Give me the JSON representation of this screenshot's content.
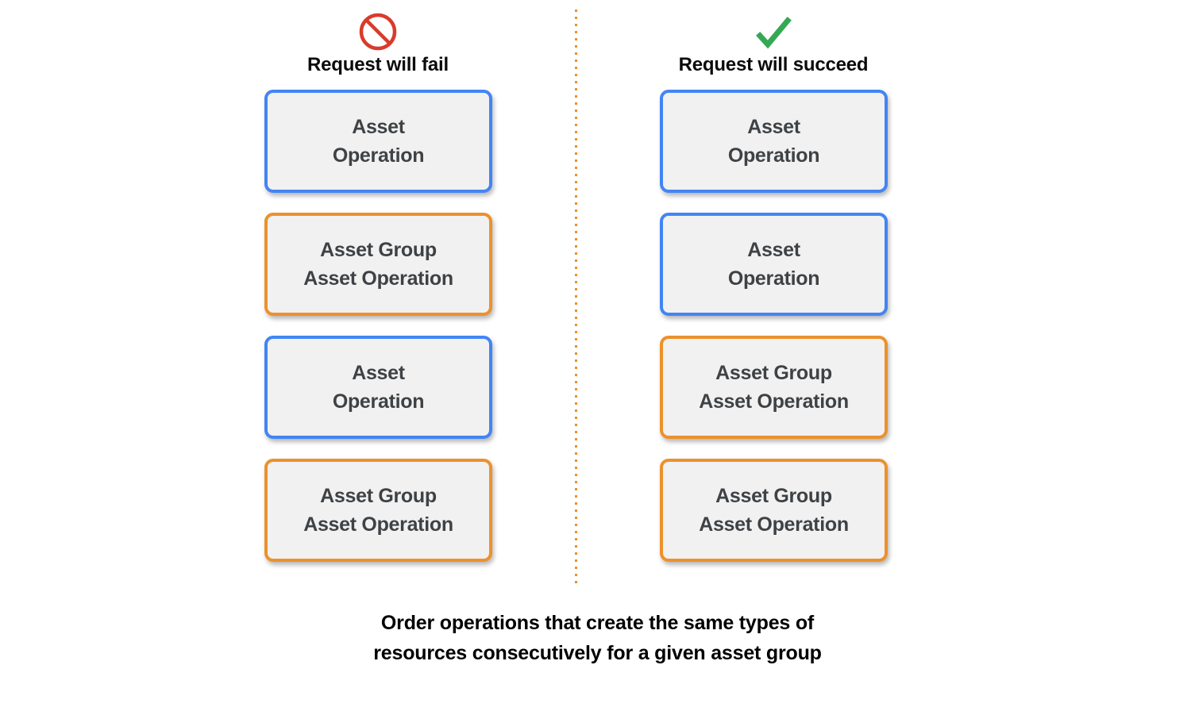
{
  "colors": {
    "blue_border": "#4285f4",
    "orange_border": "#ec912d",
    "card_fill": "#f1f1f1",
    "card_text": "#3f4245",
    "fail_icon": "#d93b2b",
    "succeed_icon": "#34a853",
    "divider": "#e8912c",
    "background": "#ffffff"
  },
  "columns": [
    {
      "id": "fail",
      "icon_name": "prohibition-icon",
      "header_label": "Request will fail",
      "cards": [
        {
          "label": "Asset\nOperation",
          "kind": "blue"
        },
        {
          "label": "Asset Group\nAsset Operation",
          "kind": "orange"
        },
        {
          "label": "Asset\nOperation",
          "kind": "blue"
        },
        {
          "label": "Asset Group\nAsset Operation",
          "kind": "orange"
        }
      ]
    },
    {
      "id": "succeed",
      "icon_name": "checkmark-icon",
      "header_label": "Request will succeed",
      "cards": [
        {
          "label": "Asset\nOperation",
          "kind": "blue"
        },
        {
          "label": "Asset\nOperation",
          "kind": "blue"
        },
        {
          "label": "Asset Group\nAsset Operation",
          "kind": "orange"
        },
        {
          "label": "Asset Group\nAsset Operation",
          "kind": "orange"
        }
      ]
    }
  ],
  "caption": "Order operations that create the same types of\nresources consecutively for a given asset group"
}
